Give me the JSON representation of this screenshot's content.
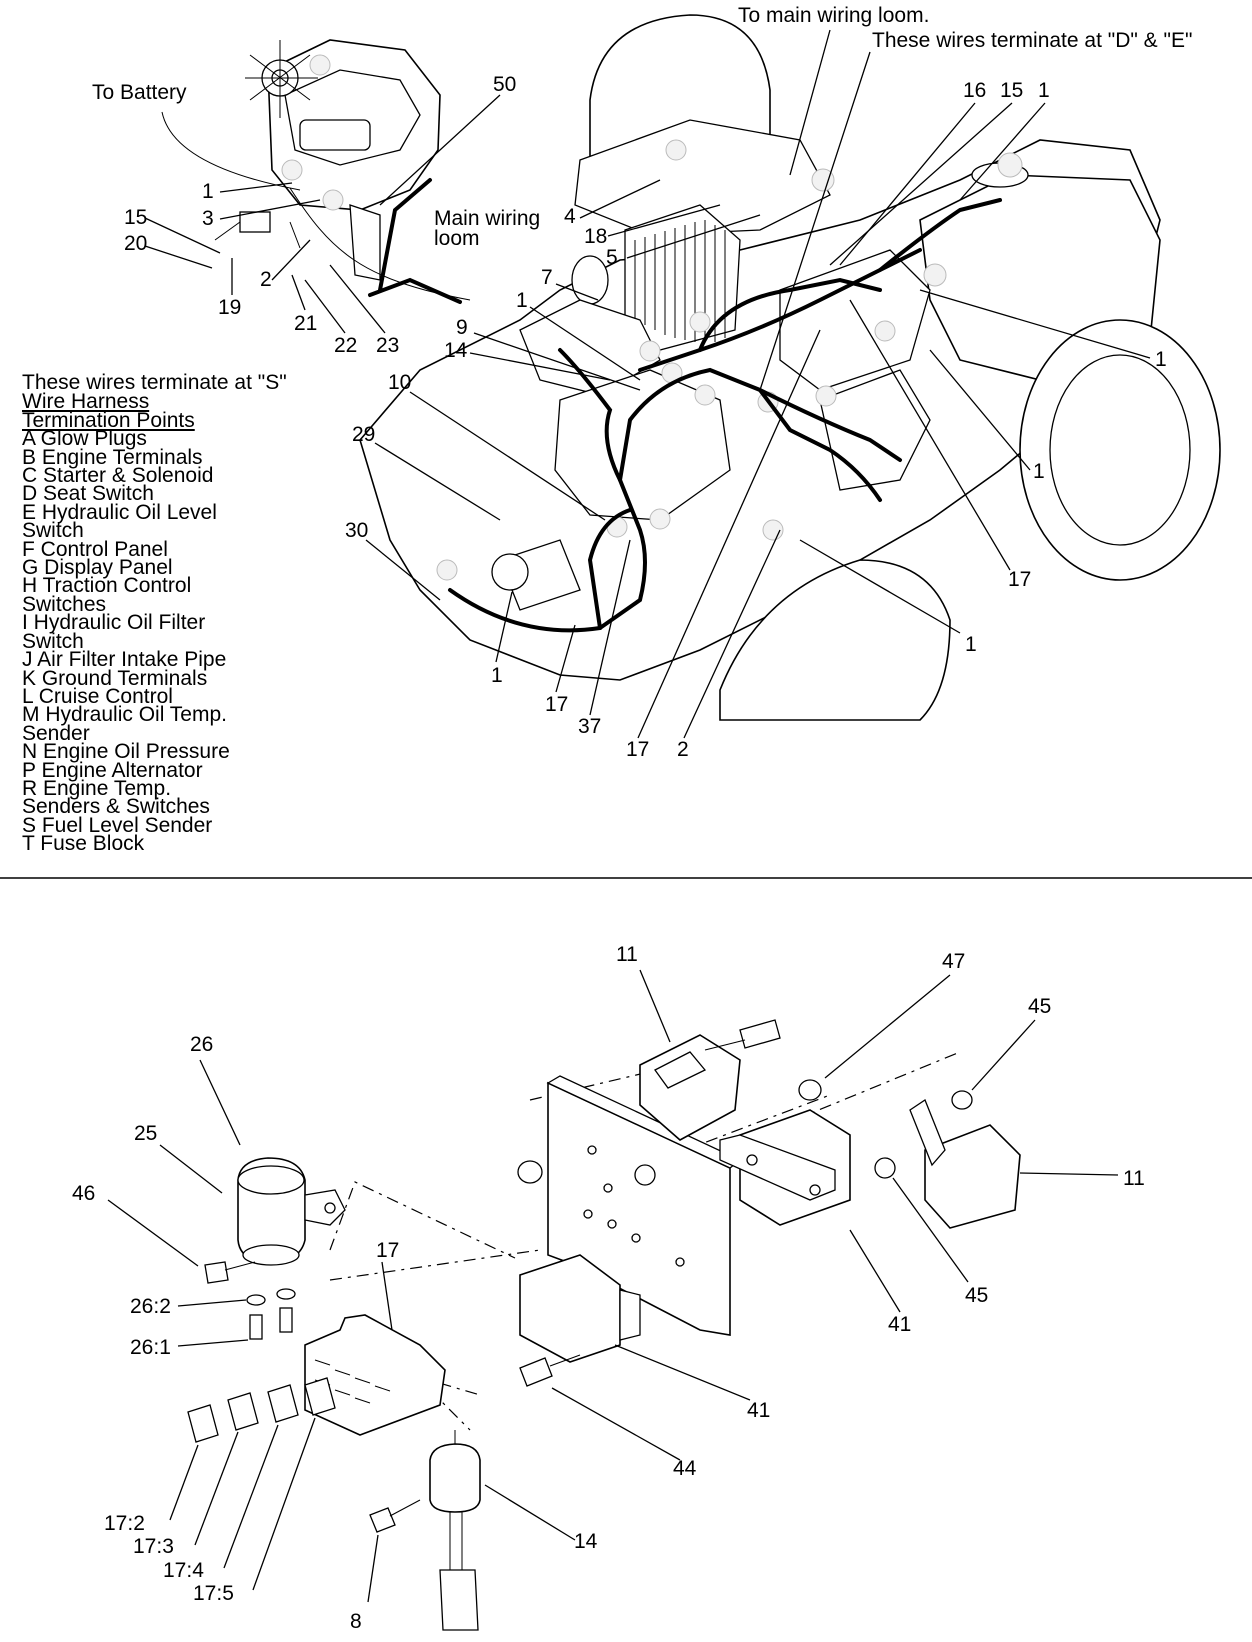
{
  "callouts_top": {
    "to_main_wiring_loom": "To main wiring loom.",
    "these_wires_de": "These wires terminate at \"D\" & \"E\"",
    "to_battery": "To Battery",
    "main_wiring_loom_1": "Main wiring",
    "main_wiring_loom_2": "loom",
    "these_wires_s": "These wires terminate at \"S\"",
    "n50": "50",
    "n16": "16",
    "n15a": "15",
    "n1a": "1",
    "n1b": "1",
    "n3": "3",
    "n15b": "15",
    "n20": "20",
    "n19": "19",
    "n2a": "2",
    "n21": "21",
    "n22": "22",
    "n23": "23",
    "n4": "4",
    "n18": "18",
    "n5": "5",
    "n7": "7",
    "n1c": "1",
    "n9": "9",
    "n14a": "14",
    "n10": "10",
    "n29": "29",
    "n30": "30",
    "n1d": "1",
    "n1e": "1",
    "n17a": "17",
    "n1f": "1",
    "n1g": "1",
    "n17b": "17",
    "n37": "37",
    "n17c": "17",
    "n2b": "2"
  },
  "legend": {
    "title_1": "Wire Harness",
    "title_2": "Termination Points",
    "items": [
      "A  Glow Plugs",
      "B  Engine Terminals",
      "C  Starter & Solenoid",
      "D  Seat Switch",
      "E  Hydraulic Oil Level",
      "Switch",
      "F  Control Panel",
      "G  Display Panel",
      "H  Traction Control",
      "Switches",
      "I   Hydraulic Oil Filter",
      "Switch",
      "J  Air Filter Intake Pipe",
      "K  Ground Terminals",
      "L  Cruise Control",
      "M  Hydraulic Oil Temp.",
      "Sender",
      "N  Engine Oil Pressure",
      "P  Engine Alternator",
      "R  Engine Temp.",
      "Senders & Switches",
      "S  Fuel Level Sender",
      "T  Fuse Block"
    ]
  },
  "callouts_bottom": {
    "n11a": "11",
    "n47": "47",
    "n45a": "45",
    "n26": "26",
    "n25": "25",
    "n46": "46",
    "n11b": "11",
    "n17": "17",
    "n45b": "45",
    "n26_2": "26:2",
    "n26_1": "26:1",
    "n41a": "41",
    "n41b": "41",
    "n44": "44",
    "n17_2": "17:2",
    "n17_3": "17:3",
    "n17_4": "17:4",
    "n17_5": "17:5",
    "n14": "14",
    "n8": "8"
  }
}
